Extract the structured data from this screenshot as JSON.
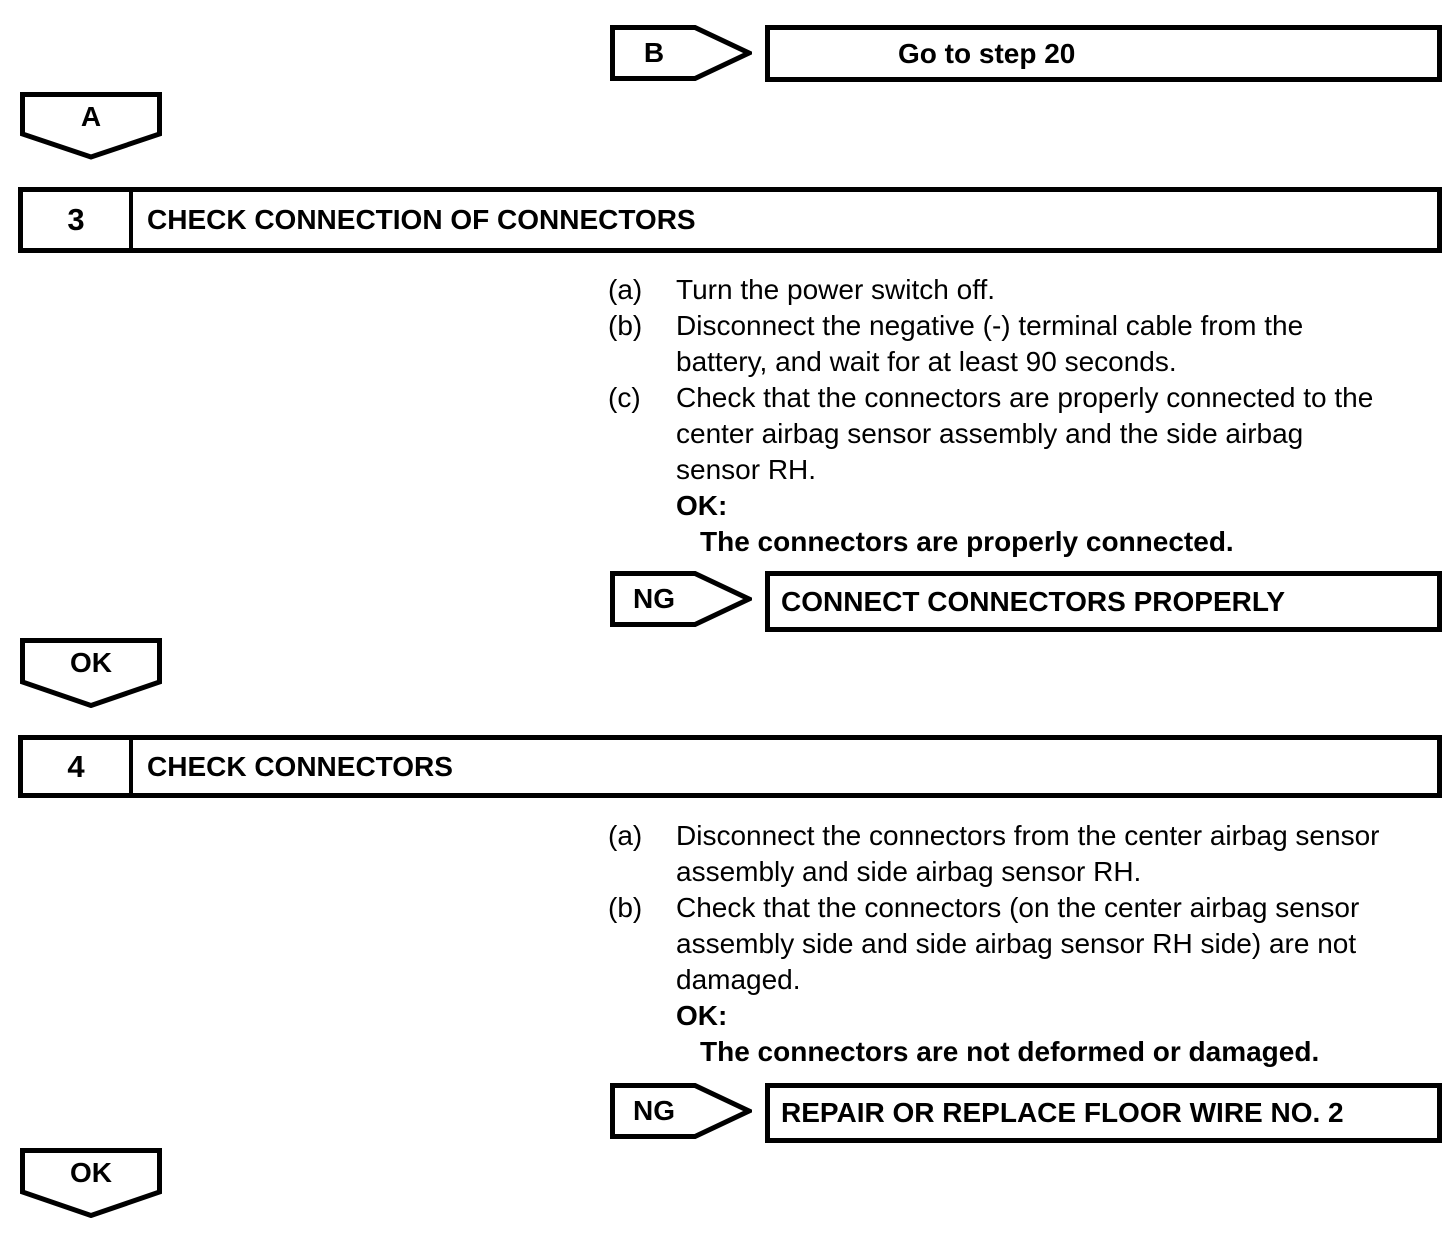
{
  "page": {
    "background": "#ffffff",
    "ink": "#000000"
  },
  "goto_connector": {
    "label": "B",
    "action": "Go to step 20"
  },
  "entry_connector": {
    "label": "A"
  },
  "steps": [
    {
      "number": "3",
      "title": "CHECK CONNECTION OF CONNECTORS",
      "instructions": [
        {
          "label": "(a)",
          "lines": [
            "Turn the power switch off."
          ]
        },
        {
          "label": "(b)",
          "lines": [
            "Disconnect the negative (-) terminal cable from the",
            "battery, and wait for at least 90 seconds."
          ]
        },
        {
          "label": "(c)",
          "lines": [
            "Check that the connectors are properly connected to the",
            "center airbag sensor assembly and the side airbag",
            "sensor RH."
          ]
        }
      ],
      "ok_heading": "OK:",
      "ok_condition": "The connectors are properly connected.",
      "ng_label": "NG",
      "ng_action": "CONNECT CONNECTORS PROPERLY",
      "ok_label": "OK"
    },
    {
      "number": "4",
      "title": "CHECK CONNECTORS",
      "instructions": [
        {
          "label": "(a)",
          "lines": [
            "Disconnect the connectors from the center airbag sensor",
            "assembly and side airbag sensor RH."
          ]
        },
        {
          "label": "(b)",
          "lines": [
            "Check that the connectors (on the center airbag sensor",
            "assembly side and side airbag sensor RH side) are not",
            "damaged."
          ]
        }
      ],
      "ok_heading": "OK:",
      "ok_condition": "The connectors are not deformed or damaged.",
      "ng_label": "NG",
      "ng_action": "REPAIR OR REPLACE FLOOR WIRE NO. 2",
      "ok_label": "OK"
    }
  ]
}
